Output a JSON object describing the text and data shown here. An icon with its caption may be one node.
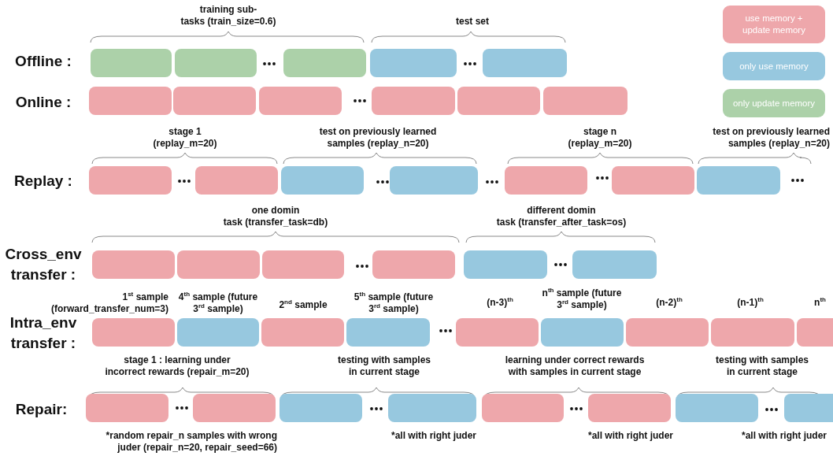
{
  "diagram": {
    "nodes": [
      {
        "text": [],
        "shape": "box"
      },
      {
        "text": [],
        "shape": "box"
      },
      {
        "text": [],
        "shape": "box"
      },
      {
        "text": [],
        "shape": "box"
      },
      {
        "text": [],
        "shape": "box"
      },
      {
        "text": [],
        "shape": "box"
      },
      {
        "text": [],
        "shape": "box"
      },
      {
        "text": [],
        "shape": "box"
      },
      {
        "text": [],
        "shape": "box"
      },
      {
        "text": [],
        "shape": "box"
      },
      {
        "text": [],
        "shape": "box"
      },
      {
        "text": [],
        "shape": "box"
      },
      {
        "text": [],
        "shape": "box"
      },
      {
        "text": [],
        "shape": "box"
      },
      {
        "text": [],
        "shape": "box"
      },
      {
        "text": [],
        "shape": "box"
      },
      {
        "text": [],
        "shape": "box"
      },
      {
        "text": [],
        "shape": "box"
      },
      {
        "text": [],
        "shape": "box"
      },
      {
        "text": [],
        "shape": "box"
      },
      {
        "text": [],
        "shape": "box"
      },
      {
        "text": [],
        "shape": "box"
      },
      {
        "text": [],
        "shape": "box"
      },
      {
        "text": [],
        "shape": "box"
      },
      {
        "text": [],
        "shape": "box"
      },
      {
        "text": [],
        "shape": "box"
      },
      {
        "text": [],
        "shape": "box"
      },
      {
        "text": [],
        "shape": "box"
      },
      {
        "text": [],
        "shape": "box"
      },
      {
        "text": [],
        "shape": "box"
      },
      {
        "text": [],
        "shape": "box"
      },
      {
        "text": [],
        "shape": "box"
      },
      {
        "text": [],
        "shape": "box"
      },
      {
        "text": [],
        "shape": "box"
      },
      {
        "text": [],
        "shape": "box"
      },
      {
        "text": [],
        "shape": "box"
      },
      {
        "text": [],
        "shape": "box"
      },
      {
        "text": [],
        "shape": "box"
      },
      {
        "text": [],
        "shape": "box"
      },
      {
        "text": [],
        "shape": "box"
      },
      {
        "text": [],
        "shape": "box"
      }
    ],
    "labels": [
      "training sub-tasks (train_size=0.6)",
      "test set",
      "Offline :",
      "Online :",
      "stage 1 (replay_m=20)",
      "test on previously learned samples (replay_n=20)",
      "stage n (replay_m=20)",
      "test on previously learned samples (replay_n=20)",
      "Replay :",
      "one domin task (transfer_task=db)",
      "different domin task (transfer_after_task=os)",
      "Cross_env transfer :",
      "1$^{st}$ sample (forward_transfer_num=3)",
      "4$^{th}$ sample (future 3$^{rd}$ sample)",
      "2$^{nd}$ sample",
      "5$^{th}$ sample (future 3$^{rd}$ sample)",
      "(n-3)$^{th}$",
      "n$^{th}$ sample (future 3$^{rd}$ sample)",
      "(n-2)$^{th}$",
      "(n-1)$^{th}$",
      "n$^{th}$",
      "Intra_env transfer :",
      "stage 1 : learning under incorrect rewards (repair_m=20)",
      "testing with samples in current stage",
      "learning under correct rewards with samples in current stage",
      "testing with samples in current stage",
      "Repair:",
      "*random repair_n samples with wrong juder (repair_n=20, repair_seed=66)",
      "*all with right juder",
      "*all with right juder",
      "*all with right juder"
    ],
    "legend": [
      {
        "text": "use memory + update memory",
        "color": "#eea7ab"
      },
      {
        "text": "only use memory",
        "color": "#97c8df"
      },
      {
        "text": "only update memory",
        "color": "#acd1a9"
      }
    ]
  }
}
